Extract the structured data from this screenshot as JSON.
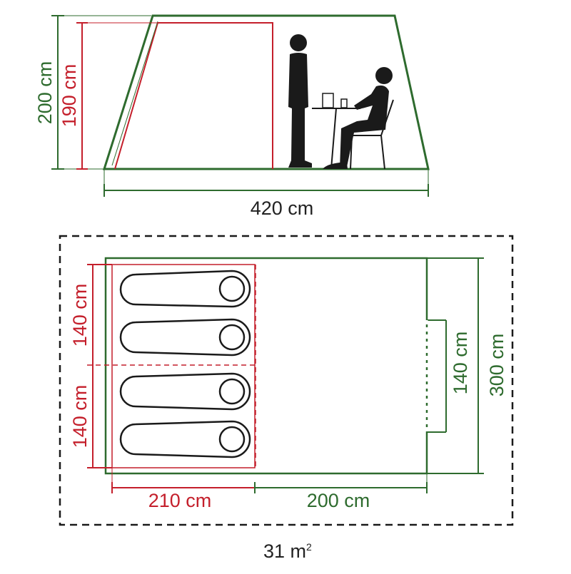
{
  "side_view": {
    "height_outer": "200 cm",
    "height_inner": "190 cm",
    "length": "420 cm"
  },
  "floor_plan": {
    "bedroom_width_top": "140 cm",
    "bedroom_width_bottom": "140 cm",
    "bedroom_depth": "210 cm",
    "living_depth": "200 cm",
    "door_width": "140 cm",
    "total_width": "300 cm",
    "area": "31 m",
    "area_unit_sup": "2",
    "sleeping_bag_count": 4
  },
  "colors": {
    "outer": "#2e6b2e",
    "inner": "#c41f2b",
    "ink": "#222222"
  }
}
